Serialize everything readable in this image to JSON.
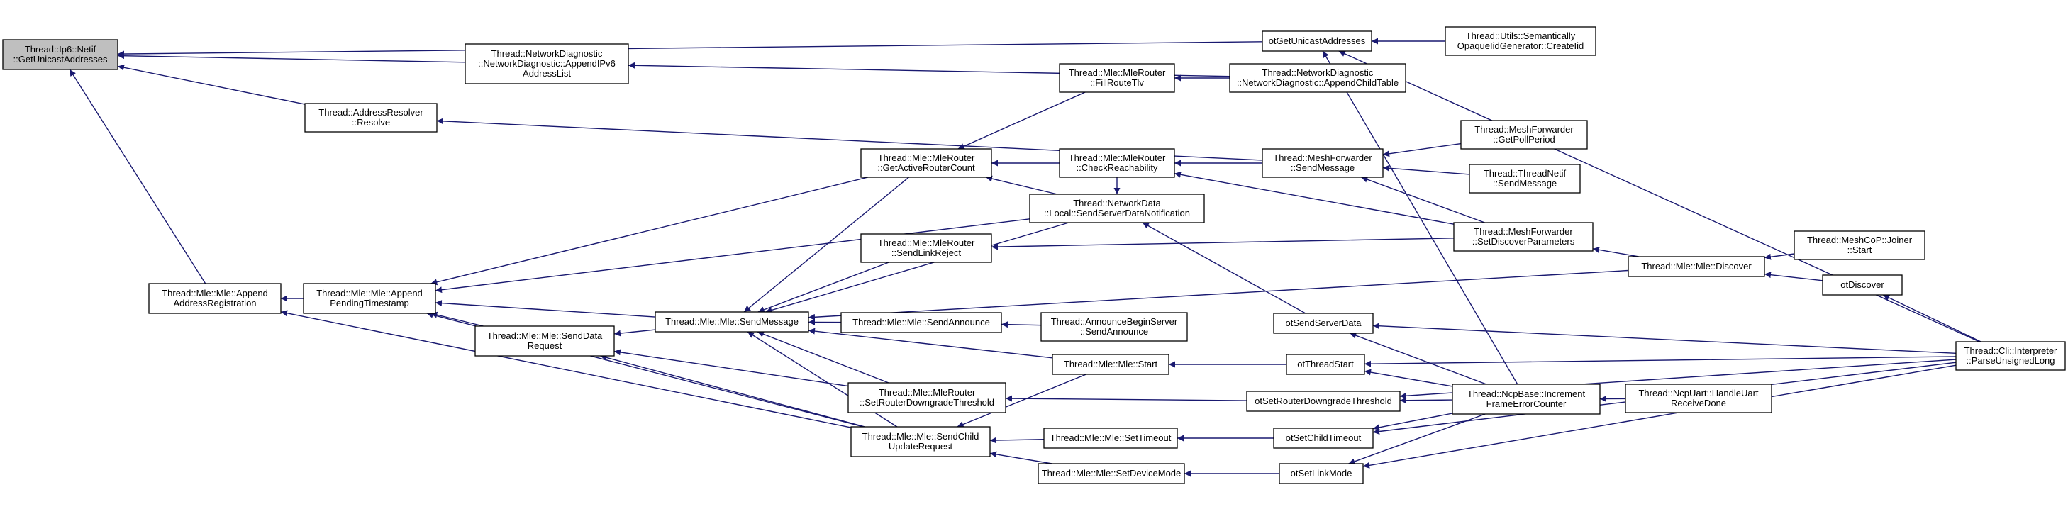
{
  "nodes": [
    {
      "id": "root",
      "lines": [
        "Thread::Ip6::Netif",
        "::GetUnicastAddresses"
      ],
      "root": true
    },
    {
      "id": "netdiag_appendipv6",
      "lines": [
        "Thread::NetworkDiagnostic",
        "::NetworkDiagnostic::AppendIPv6",
        "AddressList"
      ]
    },
    {
      "id": "addrresolver",
      "lines": [
        "Thread::AddressResolver",
        "::Resolve"
      ]
    },
    {
      "id": "append_addrreg",
      "lines": [
        "Thread::Mle::Mle::Append",
        "AddressRegistration"
      ]
    },
    {
      "id": "append_pending",
      "lines": [
        "Thread::Mle::Mle::Append",
        "PendingTimestamp"
      ]
    },
    {
      "id": "senddata",
      "lines": [
        "Thread::Mle::Mle::SendData",
        "Request"
      ]
    },
    {
      "id": "sendmessage",
      "lines": [
        "Thread::Mle::Mle::SendMessage"
      ]
    },
    {
      "id": "getactiverouter",
      "lines": [
        "Thread::Mle::MleRouter",
        "::GetActiveRouterCount"
      ]
    },
    {
      "id": "sendlinkreject",
      "lines": [
        "Thread::Mle::MleRouter",
        "::SendLinkReject"
      ]
    },
    {
      "id": "sendannounce",
      "lines": [
        "Thread::Mle::Mle::SendAnnounce"
      ]
    },
    {
      "id": "setrouterdown_mle",
      "lines": [
        "Thread::Mle::MleRouter",
        "::SetRouterDowngradeThreshold"
      ]
    },
    {
      "id": "sendchild",
      "lines": [
        "Thread::Mle::Mle::SendChild",
        "UpdateRequest"
      ]
    },
    {
      "id": "fillroutetlv",
      "lines": [
        "Thread::Mle::MleRouter",
        "::FillRouteTlv"
      ]
    },
    {
      "id": "checkreach",
      "lines": [
        "Thread::Mle::MleRouter",
        "::CheckReachability"
      ]
    },
    {
      "id": "sendserverdata",
      "lines": [
        "Thread::NetworkData",
        "::Local::SendServerDataNotification"
      ]
    },
    {
      "id": "announcebegin",
      "lines": [
        "Thread::AnnounceBeginServer",
        "::SendAnnounce"
      ]
    },
    {
      "id": "mlestart",
      "lines": [
        "Thread::Mle::Mle::Start"
      ]
    },
    {
      "id": "settimeout",
      "lines": [
        "Thread::Mle::Mle::SetTimeout"
      ]
    },
    {
      "id": "setdevicemode",
      "lines": [
        "Thread::Mle::Mle::SetDeviceMode"
      ]
    },
    {
      "id": "otgetunicast",
      "lines": [
        "otGetUnicastAddresses"
      ]
    },
    {
      "id": "netdiag_child",
      "lines": [
        "Thread::NetworkDiagnostic",
        "::NetworkDiagnostic::AppendChildTable"
      ]
    },
    {
      "id": "meshfwd_send",
      "lines": [
        "Thread::MeshForwarder",
        "::SendMessage"
      ]
    },
    {
      "id": "otsendserver",
      "lines": [
        "otSendServerData"
      ]
    },
    {
      "id": "otthreadstart",
      "lines": [
        "otThreadStart"
      ]
    },
    {
      "id": "otsetrouterdown",
      "lines": [
        "otSetRouterDowngradeThreshold"
      ]
    },
    {
      "id": "otsetchildtimeout",
      "lines": [
        "otSetChildTimeout"
      ]
    },
    {
      "id": "otsetlinkmode",
      "lines": [
        "otSetLinkMode"
      ]
    },
    {
      "id": "semantically",
      "lines": [
        "Thread::Utils::Semantically",
        "OpaqueIidGenerator::CreateIid"
      ]
    },
    {
      "id": "getpollperiod",
      "lines": [
        "Thread::MeshForwarder",
        "::GetPollPeriod"
      ]
    },
    {
      "id": "threadnetif_send",
      "lines": [
        "Thread::ThreadNetif",
        "::SendMessage"
      ]
    },
    {
      "id": "setdiscover",
      "lines": [
        "Thread::MeshForwarder",
        "::SetDiscoverParameters"
      ]
    },
    {
      "id": "ncpbase",
      "lines": [
        "Thread::NcpBase::Increment",
        "FrameErrorCounter"
      ]
    },
    {
      "id": "mlediscover",
      "lines": [
        "Thread::Mle::Mle::Discover"
      ]
    },
    {
      "id": "ncpuart",
      "lines": [
        "Thread::NcpUart::HandleUart",
        "ReceiveDone"
      ]
    },
    {
      "id": "joinerstart",
      "lines": [
        "Thread::MeshCoP::Joiner",
        "::Start"
      ]
    },
    {
      "id": "otdiscover",
      "lines": [
        "otDiscover"
      ]
    },
    {
      "id": "cli_parse",
      "lines": [
        "Thread::Cli::Interpreter",
        "::ParseUnsignedLong"
      ]
    }
  ],
  "edges": [
    [
      "otgetunicast",
      "root"
    ],
    [
      "netdiag_appendipv6",
      "root"
    ],
    [
      "addrresolver",
      "root"
    ],
    [
      "append_addrreg",
      "root"
    ],
    [
      "append_pending",
      "append_addrreg"
    ],
    [
      "sendchild",
      "append_addrreg"
    ],
    [
      "getactiverouter",
      "append_pending"
    ],
    [
      "sendserverdata",
      "append_pending"
    ],
    [
      "sendmessage",
      "append_pending"
    ],
    [
      "senddata",
      "append_pending"
    ],
    [
      "sendchild",
      "append_pending"
    ],
    [
      "sendmessage",
      "senddata"
    ],
    [
      "setrouterdown_mle",
      "senddata"
    ],
    [
      "sendchild",
      "senddata"
    ],
    [
      "getactiverouter",
      "sendmessage"
    ],
    [
      "sendserverdata",
      "sendmessage"
    ],
    [
      "sendlinkreject",
      "sendmessage"
    ],
    [
      "sendannounce",
      "sendmessage"
    ],
    [
      "mlediscover",
      "sendmessage"
    ],
    [
      "mlestart",
      "sendmessage"
    ],
    [
      "setrouterdown_mle",
      "sendmessage"
    ],
    [
      "sendchild",
      "sendmessage"
    ],
    [
      "fillroutetlv",
      "getactiverouter"
    ],
    [
      "checkreach",
      "getactiverouter"
    ],
    [
      "sendserverdata",
      "getactiverouter"
    ],
    [
      "netdiag_child",
      "fillroutetlv"
    ],
    [
      "meshfwd_send",
      "checkreach"
    ],
    [
      "setdiscover",
      "checkreach"
    ],
    [
      "checkreach",
      "sendserverdata"
    ],
    [
      "otsendserver",
      "sendserverdata"
    ],
    [
      "setdiscover",
      "sendlinkreject"
    ],
    [
      "announcebegin",
      "sendannounce"
    ],
    [
      "otsetrouterdown",
      "setrouterdown_mle"
    ],
    [
      "mlestart",
      "sendchild"
    ],
    [
      "settimeout",
      "sendchild"
    ],
    [
      "setdevicemode",
      "sendchild"
    ],
    [
      "otthreadstart",
      "mlestart"
    ],
    [
      "otsetchildtimeout",
      "settimeout"
    ],
    [
      "otsetlinkmode",
      "setdevicemode"
    ],
    [
      "netdiag_child",
      "netdiag_appendipv6"
    ],
    [
      "meshfwd_send",
      "addrresolver"
    ],
    [
      "semantically",
      "otgetunicast"
    ],
    [
      "ncpbase",
      "otgetunicast"
    ],
    [
      "cli_parse",
      "otgetunicast"
    ],
    [
      "getpollperiod",
      "meshfwd_send"
    ],
    [
      "threadnetif_send",
      "meshfwd_send"
    ],
    [
      "setdiscover",
      "meshfwd_send"
    ],
    [
      "mlediscover",
      "setdiscover"
    ],
    [
      "ncpbase",
      "otsendserver"
    ],
    [
      "cli_parse",
      "otsendserver"
    ],
    [
      "ncpbase",
      "otthreadstart"
    ],
    [
      "cli_parse",
      "otthreadstart"
    ],
    [
      "ncpbase",
      "otsetrouterdown"
    ],
    [
      "cli_parse",
      "otsetrouterdown"
    ],
    [
      "ncpbase",
      "otsetchildtimeout"
    ],
    [
      "cli_parse",
      "otsetchildtimeout"
    ],
    [
      "ncpbase",
      "otsetlinkmode"
    ],
    [
      "cli_parse",
      "otsetlinkmode"
    ],
    [
      "ncpuart",
      "ncpbase"
    ],
    [
      "joinerstart",
      "mlediscover"
    ],
    [
      "otdiscover",
      "mlediscover"
    ],
    [
      "cli_parse",
      "otdiscover"
    ]
  ],
  "colors": {
    "edge": "#191970",
    "node_border": "#000000",
    "root_fill": "#bfbfbf",
    "node_fill": "#ffffff"
  }
}
